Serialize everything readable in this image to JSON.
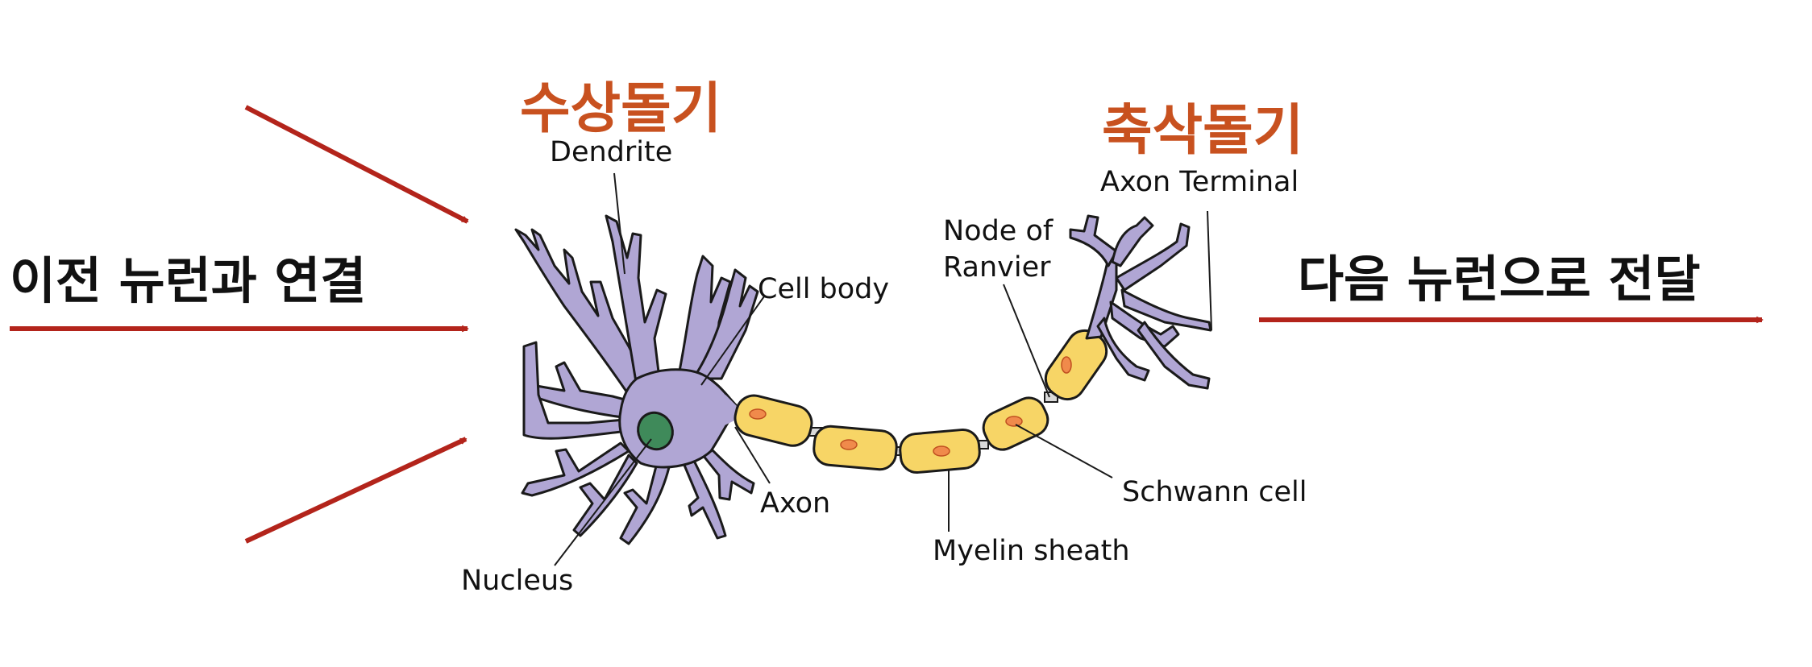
{
  "labels": {
    "dendrite_kr": "수상돌기",
    "dendrite_en": "Dendrite",
    "axon_terminal_kr": "축삭돌기",
    "axon_terminal_en": "Axon Terminal",
    "cell_body": "Cell body",
    "node_of_ranvier_line1": "Node of",
    "node_of_ranvier_line2": "Ranvier",
    "axon": "Axon",
    "nucleus": "Nucleus",
    "myelin_sheath": "Myelin sheath",
    "schwann_cell": "Schwann cell",
    "input_text": "이전 뉴런과 연결",
    "output_text": "다음 뉴런으로 전달"
  },
  "colors": {
    "arrow": "#b3241b",
    "korean_title": "#c8511f",
    "soma": "#b0a6d4",
    "nucleus": "#3f8a5a",
    "myelin": "#f7d566",
    "schwann_nucleus": "#f08a4b",
    "outline": "#1a1a1a"
  }
}
